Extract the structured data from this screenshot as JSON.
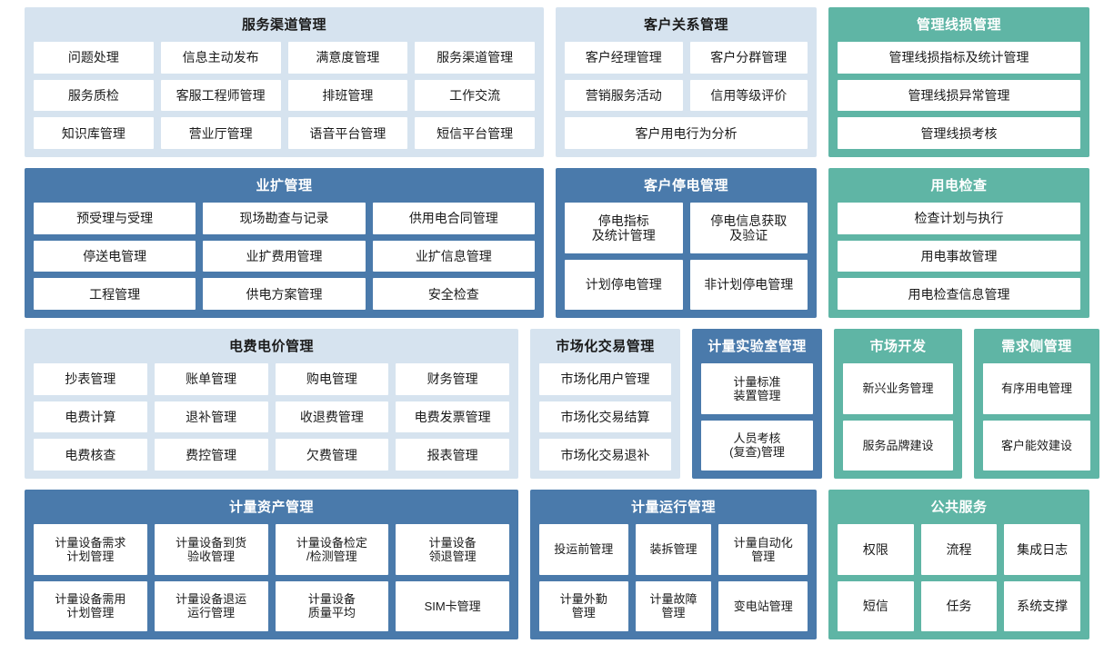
{
  "colors": {
    "light_blue_panel": "#d6e3ef",
    "dark_blue_panel": "#4a7aab",
    "teal_panel": "#5fb5a5",
    "cell_background": "#ffffff",
    "page_background": "#ffffff",
    "text_dark": "#1a1a1a",
    "text_light": "#ffffff"
  },
  "rows": [
    {
      "panels": [
        {
          "title": "服务渠道管理",
          "style": "light_blue",
          "items": [
            [
              "问题处理",
              "信息主动发布",
              "满意度管理",
              "服务渠道管理"
            ],
            [
              "服务质检",
              "客服工程师管理",
              "排班管理",
              "工作交流"
            ],
            [
              "知识库管理",
              "营业厅管理",
              "语音平台管理",
              "短信平台管理"
            ]
          ]
        },
        {
          "title": "客户关系管理",
          "style": "light_blue",
          "items": [
            [
              "客户经理管理",
              "客户分群管理"
            ],
            [
              "营销服务活动",
              "信用等级评价"
            ],
            [
              "客户用电行为分析"
            ]
          ]
        },
        {
          "title": "管理线损管理",
          "style": "teal",
          "items": [
            [
              "管理线损指标及统计管理"
            ],
            [
              "管理线损异常管理"
            ],
            [
              "管理线损考核"
            ]
          ]
        }
      ]
    },
    {
      "panels": [
        {
          "title": "业扩管理",
          "style": "dark_blue",
          "items": [
            [
              "预受理与受理",
              "现场勘查与记录",
              "供用电合同管理"
            ],
            [
              "停送电管理",
              "业扩费用管理",
              "业扩信息管理"
            ],
            [
              "工程管理",
              "供电方案管理",
              "安全检查"
            ]
          ]
        },
        {
          "title": "客户停电管理",
          "style": "dark_blue",
          "items": [
            [
              "停电指标\n及统计管理",
              "停电信息获取\n及验证"
            ],
            [
              "计划停电管理",
              "非计划停电管理"
            ]
          ]
        },
        {
          "title": "用电检查",
          "style": "teal",
          "items": [
            [
              "检查计划与执行"
            ],
            [
              "用电事故管理"
            ],
            [
              "用电检查信息管理"
            ]
          ]
        }
      ]
    },
    {
      "panels": [
        {
          "title": "电费电价管理",
          "style": "light_blue",
          "items": [
            [
              "抄表管理",
              "账单管理",
              "购电管理",
              "财务管理"
            ],
            [
              "电费计算",
              "退补管理",
              "收退费管理",
              "电费发票管理"
            ],
            [
              "电费核查",
              "费控管理",
              "欠费管理",
              "报表管理"
            ]
          ]
        },
        {
          "title": "市场化交易管理",
          "style": "light_blue",
          "items": [
            [
              "市场化用户管理"
            ],
            [
              "市场化交易结算"
            ],
            [
              "市场化交易退补"
            ]
          ]
        },
        {
          "title": "计量实验室管理",
          "style": "dark_blue",
          "items": [
            [
              "计量标准\n装置管理"
            ],
            [
              "人员考核\n(复查)管理"
            ]
          ]
        },
        {
          "title": "市场开发",
          "style": "teal",
          "items": [
            [
              "新兴业务管理"
            ],
            [
              "服务品牌建设"
            ]
          ]
        },
        {
          "title": "需求侧管理",
          "style": "teal",
          "items": [
            [
              "有序用电管理"
            ],
            [
              "客户能效建设"
            ]
          ]
        }
      ]
    },
    {
      "panels": [
        {
          "title": "计量资产管理",
          "style": "dark_blue",
          "items": [
            [
              "计量设备需求\n计划管理",
              "计量设备到货\n验收管理",
              "计量设备检定\n/检测管理",
              "计量设备\n领退管理"
            ],
            [
              "计量设备需用\n计划管理",
              "计量设备退运\n运行管理",
              "计量设备\n质量平均",
              "SIM卡管理"
            ]
          ]
        },
        {
          "title": "计量运行管理",
          "style": "dark_blue",
          "items": [
            [
              "投运前管理",
              "装拆管理",
              "计量自动化\n管理"
            ],
            [
              "计量外勤\n管理",
              "计量故障\n管理",
              "变电站管理"
            ]
          ]
        },
        {
          "title": "公共服务",
          "style": "teal",
          "items": [
            [
              "权限",
              "流程",
              "集成日志"
            ],
            [
              "短信",
              "任务",
              "系统支撑"
            ]
          ]
        }
      ]
    }
  ]
}
